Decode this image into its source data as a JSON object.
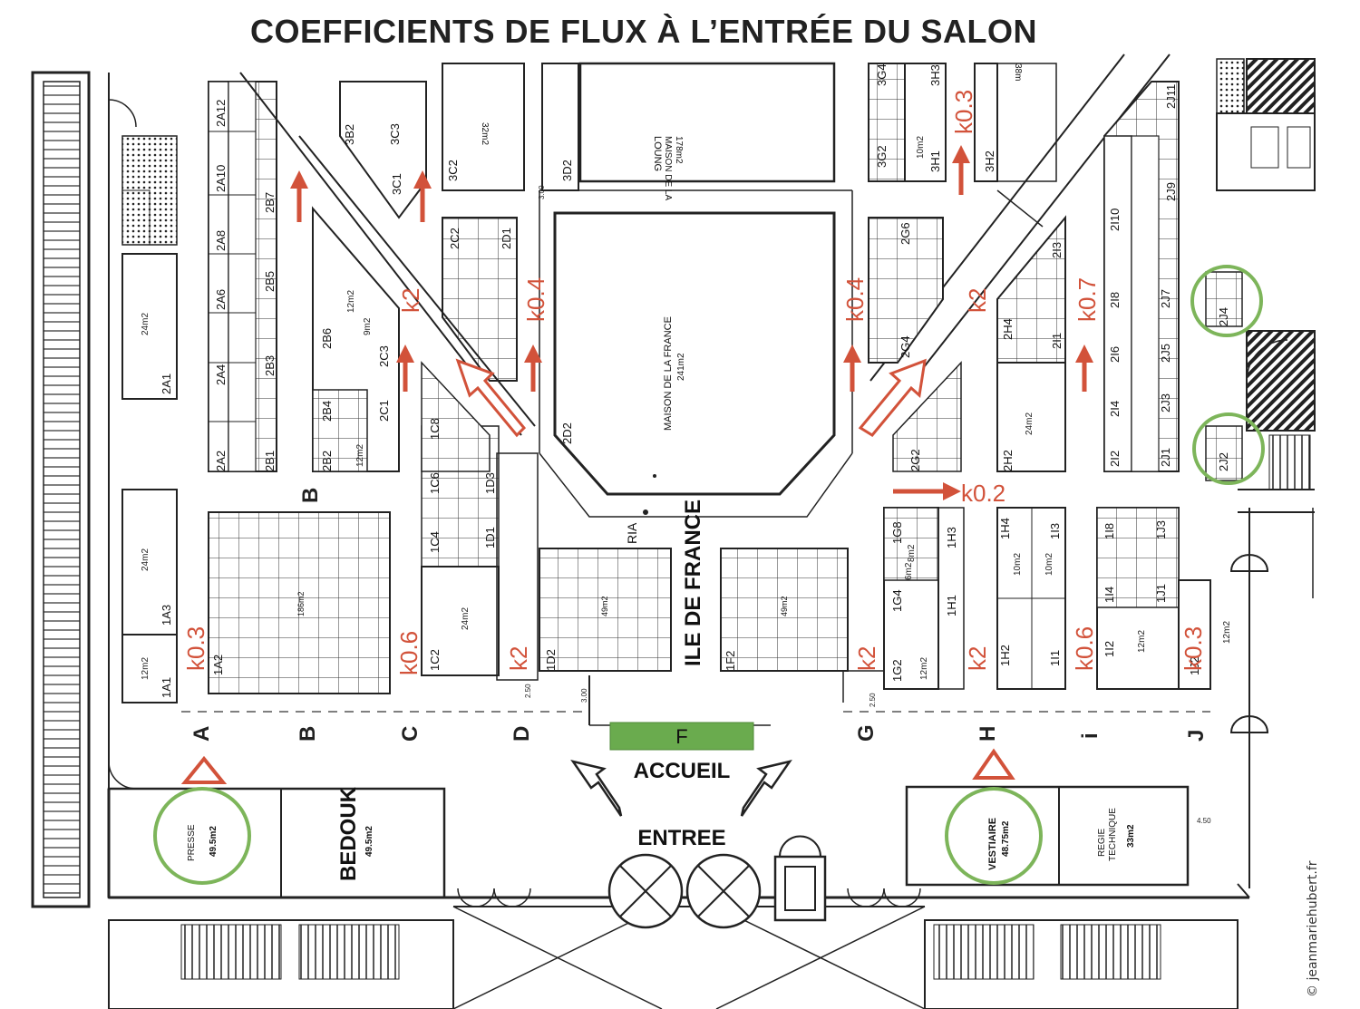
{
  "title": "COEFFICIENTS DE FLUX À L’ENTRÉE DU SALON",
  "credit": "© jeanmariehubert.fr",
  "colors": {
    "flow": "#d2523a",
    "highlight": "#7db55a",
    "accueil": "#6aab4e",
    "ink": "#222222"
  },
  "icons": {
    "flow_arrow": "flow-arrow-icon",
    "outline_arrow": "outline-arrow-icon",
    "entry_marker": "triangle-marker-icon",
    "highlight": "circle-highlight-icon"
  },
  "aisles": [
    "A",
    "B",
    "C",
    "D",
    "F",
    "G",
    "H",
    "i",
    "J"
  ],
  "flow_labels": {
    "k03_a": "k0.3",
    "k06_c": "k0.6",
    "k2_d": "k2",
    "k2_g": "k2",
    "k2_h": "k2",
    "k06_i": "k0.6",
    "k03_j": "k0.3",
    "k2_left": "k2",
    "k04_left": "k0.4",
    "k04_right": "k0.4",
    "k2_right": "k2",
    "k07": "k0.7",
    "k03_top": "k0.3",
    "k02": "k0.2"
  },
  "rooms": {
    "presse": "PRESSE",
    "presse_area": "49.5m2",
    "bedouk": "BEDOUK",
    "bedouk_area": "49.5m2",
    "vestiaire": "VESTIAIRE",
    "vestiaire_area": "48.75m2",
    "regie": "REGIE",
    "regie2": "TECHNIQUE",
    "regie_area": "33m2",
    "maison": "MAISON DE LA FRANCE",
    "maison_area": "241m2",
    "loung": "LOUNG",
    "loung2": "MAISON DE LA",
    "loung_area": "178m2",
    "accueil": "ACCUEIL",
    "accueil_f": "F",
    "entree": "ENTREE",
    "ile": "ILE DE FRANCE",
    "ria": "RIA",
    "s3c2_area": "32m2",
    "s38_area": "38m",
    "s186_area": "186m2",
    "s49a": "49m2",
    "s49b": "49m2"
  },
  "stands": {
    "s2A12": "2A12",
    "s2A10": "2A10",
    "s2A8": "2A8",
    "s2A6": "2A6",
    "s2A4": "2A4",
    "s2A2": "2A2",
    "s2B7": "2B7",
    "s2B5": "2B5",
    "s2B3": "2B3",
    "s2B1": "2B1",
    "s2B6": "2B6",
    "s2B4": "2B4",
    "s2B2": "2B2",
    "s2C3": "2C3",
    "s2C1": "2C1",
    "s3B2": "3B2",
    "s3C3": "3C3",
    "s3C1": "3C1",
    "s3C2": "3C2",
    "s3D2": "3D2",
    "s2C2": "2C2",
    "s2D1": "2D1",
    "s2D2": "2D2",
    "s1A1": "1A1",
    "s1A2": "1A2",
    "s1A3": "1A3",
    "s2A1": "2A1",
    "s1C8": "1C8",
    "s1C6": "1C6",
    "s1C4": "1C4",
    "s1C2": "1C2",
    "s1D3": "1D3",
    "s1D1": "1D1",
    "s1D2": "1D2",
    "s1F2": "1F2",
    "s3G4": "3G4",
    "s3G2": "3G2",
    "s3H3": "3H3",
    "s3H1": "3H1",
    "s3H2": "3H2",
    "s2G6": "2G6",
    "s2G4": "2G4",
    "s2G2": "2G2",
    "s2H4": "2H4",
    "s2H2": "2H2",
    "s2I1": "2I1",
    "s2I3": "2I3",
    "s2I10": "2I10",
    "s2I8": "2I8",
    "s2I6": "2I6",
    "s2I4": "2I4",
    "s2I2": "2I2",
    "s2J11": "2J11",
    "s2J9": "2J9",
    "s2J7": "2J7",
    "s2J5": "2J5",
    "s2J3": "2J3",
    "s2J1": "2J1",
    "s2J4": "2J4",
    "s2J2": "2J2",
    "s1G8": "1G8",
    "s1G4": "1G4",
    "s1G2": "1G2",
    "s1H3": "1H3",
    "s1H1": "1H1",
    "s1H4": "1H4",
    "s1H2": "1H2",
    "s1I3": "1I3",
    "s1I1": "1I1",
    "s1I8": "1I8",
    "s1I4": "1I4",
    "s1I2": "1I2",
    "s1J3": "1J3",
    "s1J1": "1J1",
    "s1J2": "1J2"
  },
  "areas": {
    "a24m2_1": "24m2",
    "a24m2_2": "24m2",
    "a12m2_1": "12m2",
    "a12m2_2": "12m2",
    "a12m2_3": "12m2",
    "a12m2_4": "12m2",
    "a9m2": "9m2",
    "a10m2_1": "10m2",
    "a10m2_2": "10m2",
    "a10m2_3": "10m2",
    "a24m2_3": "24m2",
    "a24m2_4": "24m2",
    "a12m2_5": "12m2",
    "a6m2": "6m2",
    "a8m2": "8m2",
    "a12m2_6": "12m2"
  },
  "dims": {
    "d300": "3.00",
    "d250a": "2.50",
    "d250b": "2.50",
    "d300b": "3.00",
    "d450": "4.50"
  }
}
